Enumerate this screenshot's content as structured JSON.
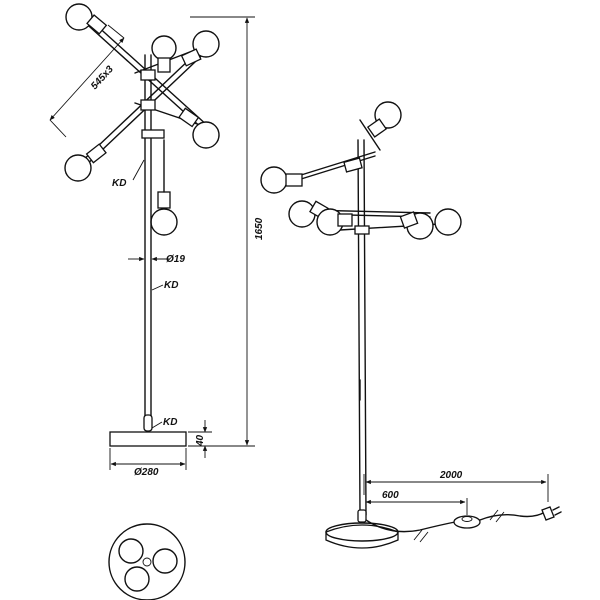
{
  "dimensions": {
    "arm_length": "545x3",
    "tube_diameter": "Ø19",
    "total_height": "1650",
    "base_height": "40",
    "base_diameter": "Ø280",
    "cable_length": "2000",
    "switch_distance": "600"
  },
  "callouts": {
    "kd_top": "KD",
    "kd_middle": "KD",
    "kd_bottom": "KD"
  }
}
